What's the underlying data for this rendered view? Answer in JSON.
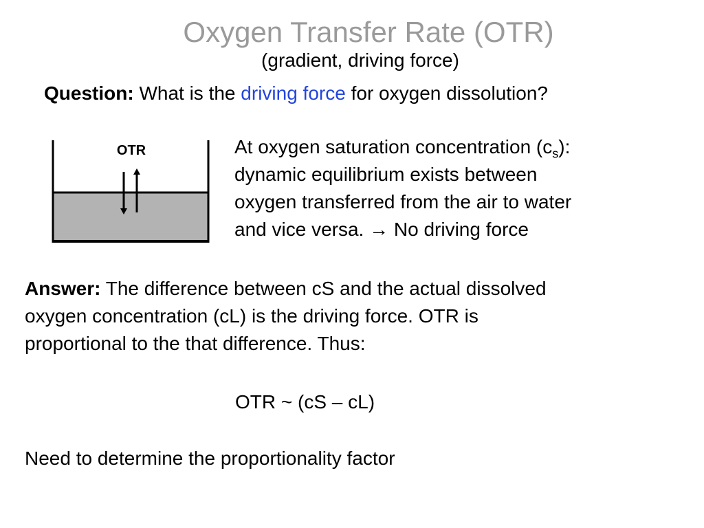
{
  "slide": {
    "title": "Oxygen Transfer Rate (OTR)",
    "subtitle": "(gradient, driving force)",
    "question": {
      "label": "Question:",
      "text_before": " What is the ",
      "highlight": "driving force",
      "text_after": " for oxygen dissolution?",
      "highlight_color": "#2244dd"
    },
    "diagram": {
      "label": "OTR",
      "liquid_color": "#b3b3b3",
      "icons": [
        "arrow-down-icon",
        "arrow-up-icon"
      ]
    },
    "saturation": {
      "line1_before": "At oxygen saturation concentration (c",
      "line1_sub": "s",
      "line1_after": "):",
      "line2": "dynamic equilibrium exists between",
      "line3": "oxygen transferred from the air to water",
      "line4_before": "and vice versa. ",
      "line4_arrow": "→",
      "line4_after": " No driving force"
    },
    "answer": {
      "label": "Answer:",
      "line1": " The difference between cS and the actual dissolved",
      "line2": "oxygen concentration (cL) is the driving force.  OTR is",
      "line3": "proportional to the that difference.  Thus:"
    },
    "formula": "OTR ~ (cS – cL)",
    "conclusion": "Need to determine the proportionality factor"
  }
}
